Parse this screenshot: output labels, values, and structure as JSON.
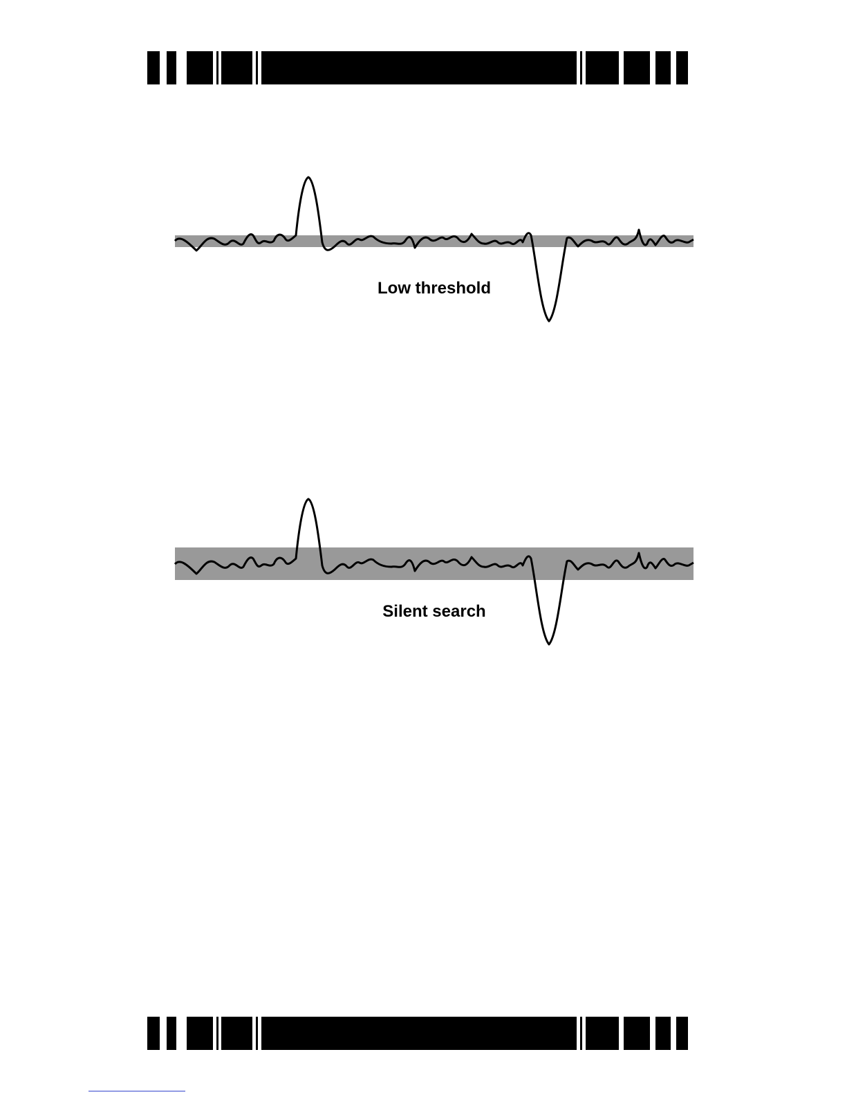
{
  "captions": {
    "low_threshold": "Low threshold",
    "silent_search": "Silent search"
  },
  "colors": {
    "band": "#999999",
    "signal": "#000000",
    "bars": "#000000",
    "footnote_line": "#3344cc"
  },
  "diagrams": [
    {
      "id": "low-threshold",
      "band_level": "narrow"
    },
    {
      "id": "silent-search",
      "band_level": "wide"
    }
  ]
}
